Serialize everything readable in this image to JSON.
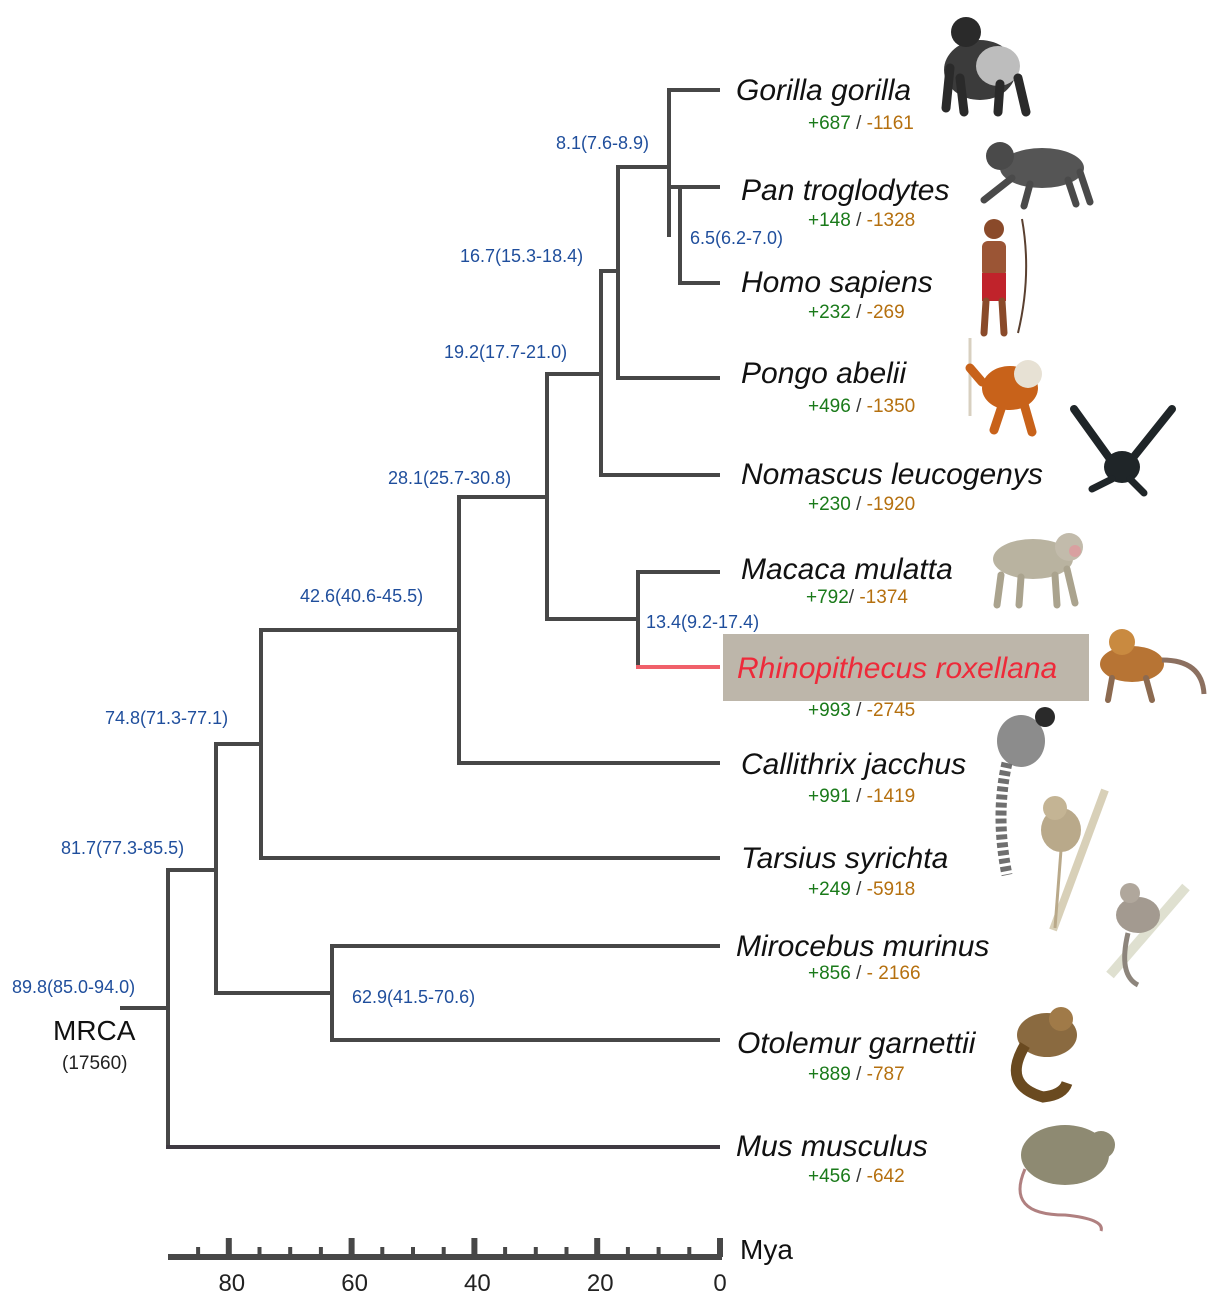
{
  "taxa": [
    {
      "name": "Gorilla gorilla",
      "gain": "+687",
      "loss": "-1161",
      "sep": " / ",
      "icon": "gorilla-icon"
    },
    {
      "name": "Pan troglodytes",
      "gain": "+148",
      "loss": "-1328",
      "sep": " / ",
      "icon": "chimpanzee-icon"
    },
    {
      "name": "Homo sapiens",
      "gain": "+232",
      "loss": "-269",
      "sep": " / ",
      "icon": "human-icon"
    },
    {
      "name": "Pongo abelii",
      "gain": "+496",
      "loss": "-1350",
      "sep": " / ",
      "icon": "orangutan-icon"
    },
    {
      "name": "Nomascus leucogenys",
      "gain": "+230",
      "loss": "-1920",
      "sep": " / ",
      "icon": "gibbon-icon"
    },
    {
      "name": "Macaca mulatta",
      "gain": "+792",
      "loss": "-1374",
      "sep": "/ ",
      "icon": "macaque-icon"
    },
    {
      "name": "Rhinopithecus roxellana",
      "gain": "+993",
      "loss": "-2745",
      "sep": " / ",
      "icon": "snub-nosed-monkey-icon",
      "highlight": true
    },
    {
      "name": "Callithrix jacchus",
      "gain": "+991",
      "loss": "-1419",
      "sep": " / ",
      "icon": "marmoset-icon"
    },
    {
      "name": "Tarsius syrichta",
      "gain": "+249",
      "loss": "-5918",
      "sep": " / ",
      "icon": "tarsier-icon"
    },
    {
      "name": "Mirocebus murinus",
      "gain": "+856",
      "loss": "- 2166",
      "sep": " / ",
      "icon": "mouse-lemur-icon"
    },
    {
      "name": "Otolemur garnettii",
      "gain": "+889",
      "loss": "-787",
      "sep": " / ",
      "icon": "galago-icon"
    },
    {
      "name": "Mus musculus",
      "gain": "+456",
      "loss": "-642",
      "sep": " / ",
      "icon": "mouse-icon"
    }
  ],
  "nodes": {
    "gorilla_homo_pan": "8.1(7.6-8.9)",
    "pan_homo": "6.5(6.2-7.0)",
    "hominidae": "16.7(15.3-18.4)",
    "hominoidea": "19.2(17.7-21.0)",
    "catarrhini": "28.1(25.7-30.8)",
    "old_world_monkeys": "13.4(9.2-17.4)",
    "anthropoidea": "42.6(40.6-45.5)",
    "haplorhini": "74.8(71.3-77.1)",
    "primates": "81.7(77.3-85.5)",
    "strepsirrhini": "62.9(41.5-70.6)",
    "root": "89.8(85.0-94.0)"
  },
  "root": {
    "label": "MRCA",
    "count": "(17560)"
  },
  "axis": {
    "unit": "Mya",
    "ticks": [
      "80",
      "60",
      "40",
      "20",
      "0"
    ],
    "range": [
      90,
      0
    ]
  },
  "colors": {
    "branch": "#474747",
    "highlight_branch": "#f0606a",
    "highlight_box": "#bdb6aa",
    "highlight_text": "#ee2a3a",
    "node_label": "#1f4e9c",
    "gain": "#1a7a1a",
    "loss": "#b5700f"
  }
}
